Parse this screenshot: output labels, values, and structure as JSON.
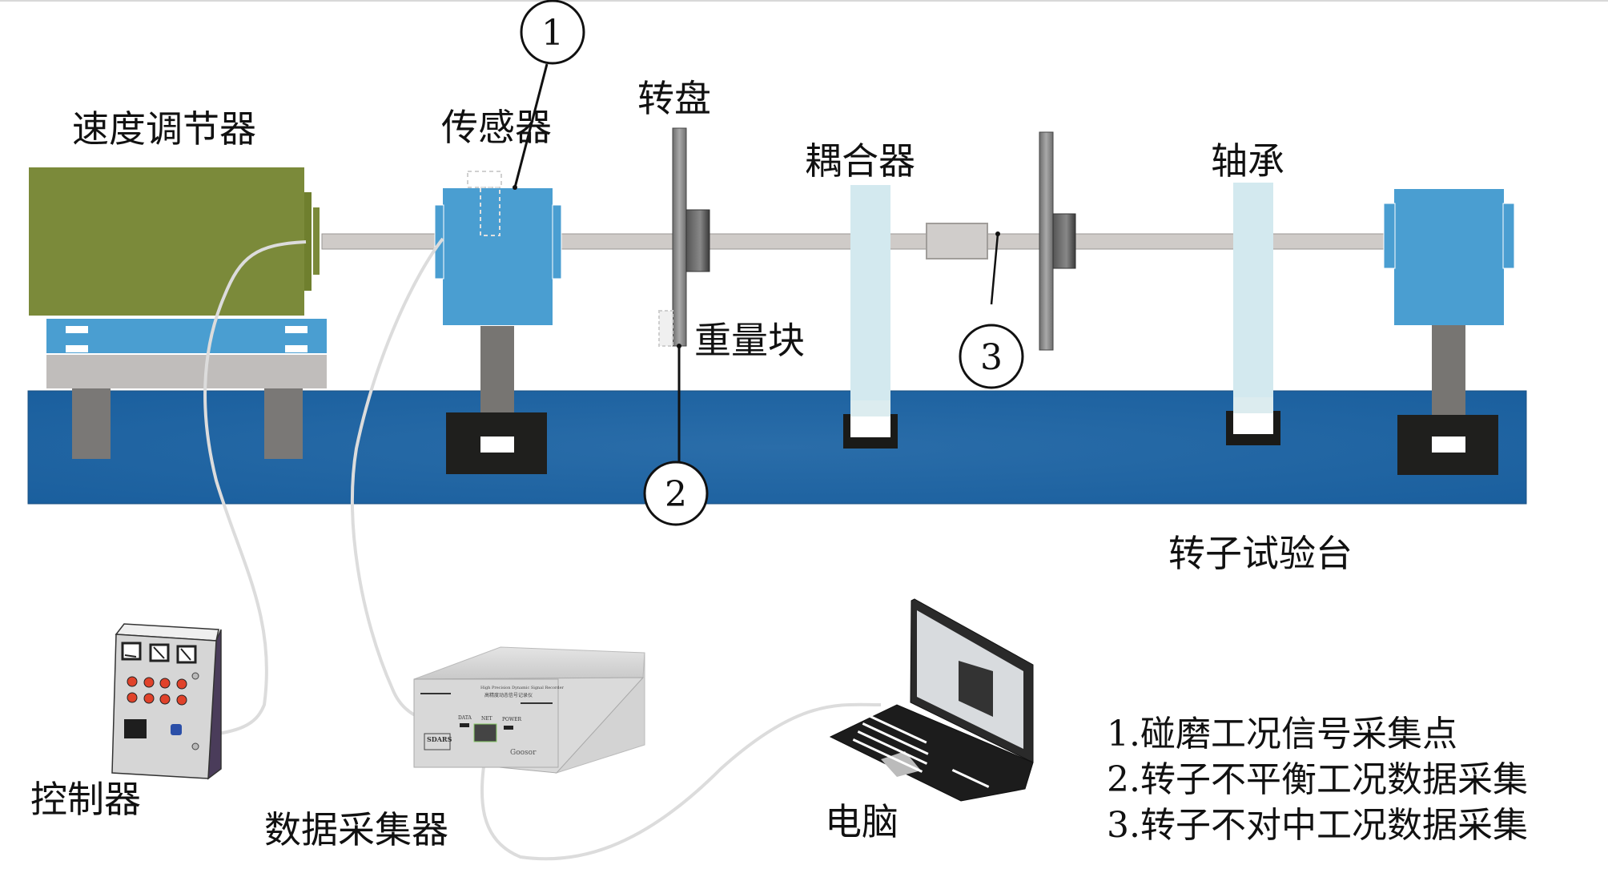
{
  "figure": {
    "title_labels": {
      "speed_controller": "速度调节器",
      "sensor": "传感器",
      "rotor_disc": "转盘",
      "coupling": "耦合器",
      "bearing": "轴承",
      "weight_block": "重量块",
      "rotor_test_bench": "转子试验台",
      "controller": "控制器",
      "data_acquisition": "数据采集器",
      "computer": "电脑"
    },
    "callouts": [
      "1",
      "2",
      "3"
    ],
    "legend": [
      "1.碰磨工况信号采集点",
      "2.转子不平衡工况数据采集",
      "3.转子不对中工况数据采集"
    ],
    "recorder": {
      "title_en": "High Precision Dynamic Signal Recorder",
      "title_cn": "高精度动态信号记录仪",
      "ports": [
        "DATA",
        "NET",
        "POWER"
      ],
      "model": "SDARS",
      "brand": "Goosor"
    },
    "colors": {
      "motor": "#7a8a38",
      "block_blue": "#4a9ed1",
      "base_blue": "#1f66a6",
      "shaft": "#cfcbc8",
      "disc": "#8e8e8e",
      "bearing_plate": "#d3e9ef",
      "post": "#777572",
      "socket": "#1d1d1b",
      "cable": "#dcdcdc"
    }
  }
}
